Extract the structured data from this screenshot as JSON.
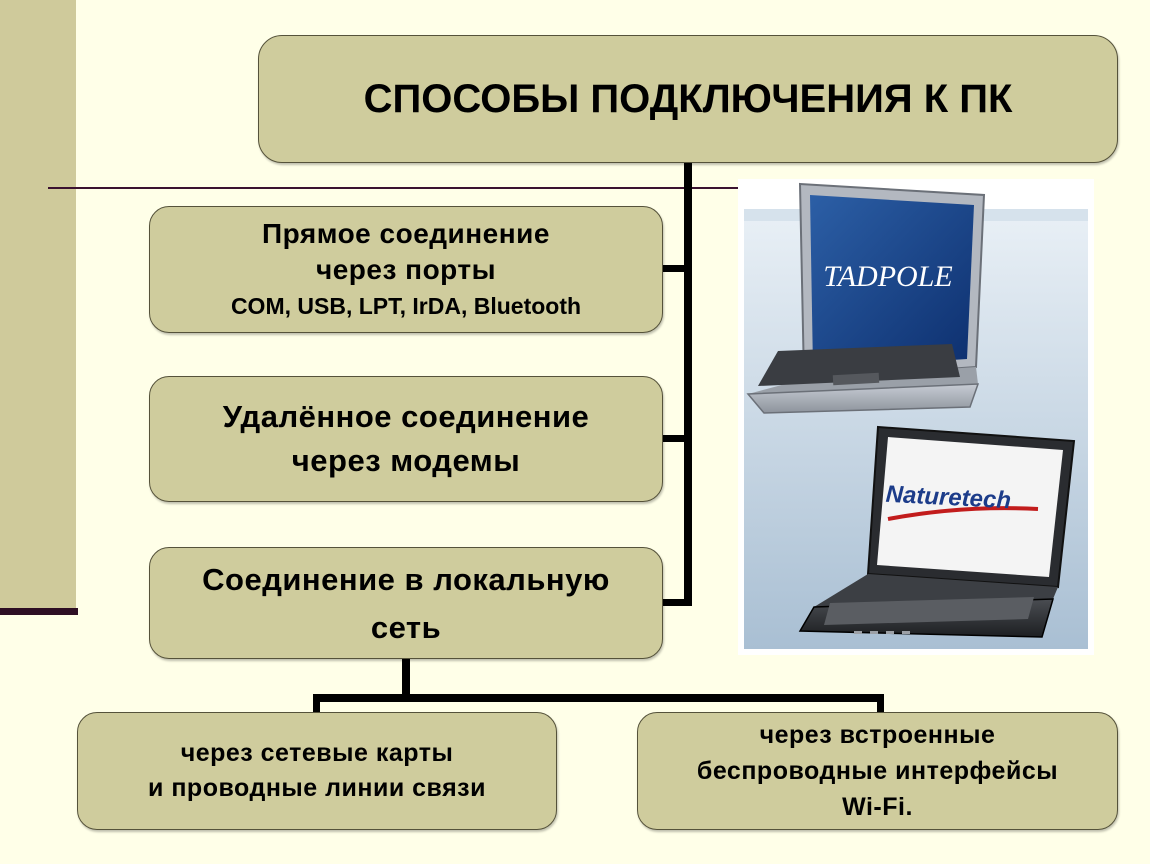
{
  "title": "СПОСОБЫ ПОДКЛЮЧЕНИЯ К ПК",
  "boxes": {
    "direct": {
      "line1": "Прямое  соединение",
      "line2": "через порты",
      "line3": "COM, USB, LPT, IrDA, Bluetooth"
    },
    "remote": {
      "line1": "Удалённое соединение",
      "line2": "через модемы"
    },
    "local": {
      "line1": "Соединение  в  локальную",
      "line2": "сеть"
    },
    "wired": {
      "line1": "через сетевые карты",
      "line2": "и проводные  линии связи"
    },
    "wireless": {
      "line1": "через  встроенные",
      "line2": "беспроводные  интерфейсы",
      "line3": "Wi-Fi."
    }
  },
  "image": {
    "laptop1_logo": "TADPOLE",
    "laptop2_logo": "Naturetech"
  },
  "colors": {
    "background": "#ffffe8",
    "box_fill": "#cfcc9d",
    "side_band": "#cfca9b",
    "accent_line": "#2e0f24"
  }
}
